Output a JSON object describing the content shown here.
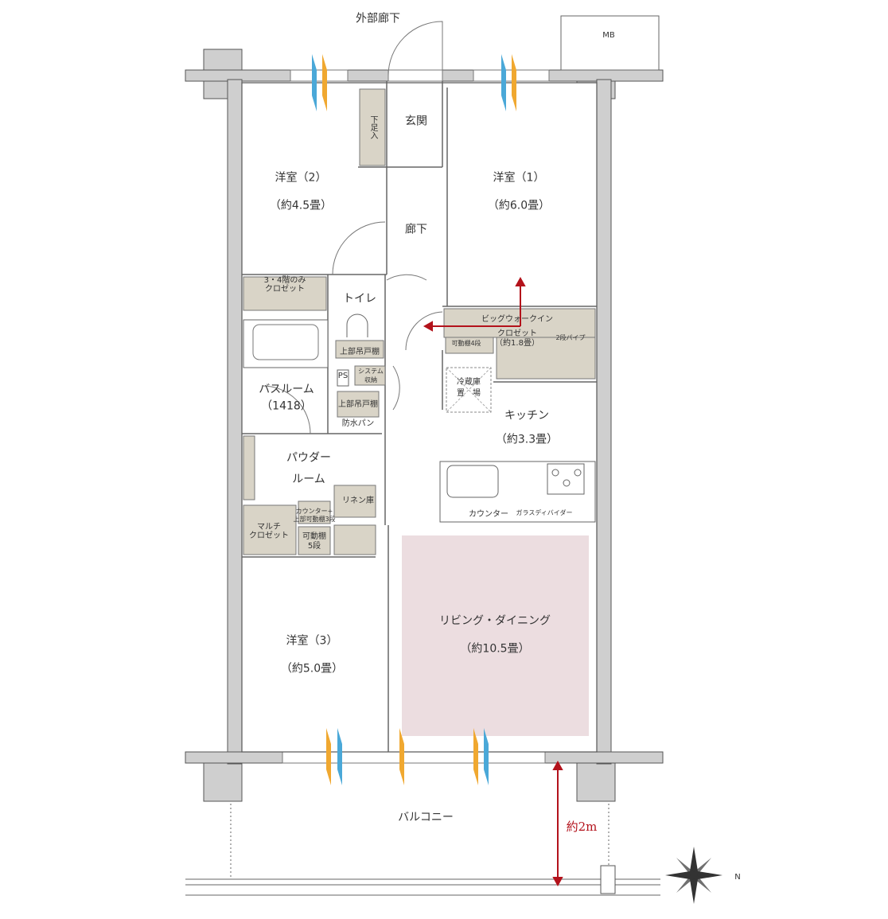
{
  "rooms": {
    "corridor_outside": "外部廊下",
    "mb": "MB",
    "entrance": "玄関",
    "shoe_box": "下足入",
    "western2_name": "洋室（2）",
    "western2_size": "（約4.5畳）",
    "western1_name": "洋室（1）",
    "western1_size": "（約6.0畳）",
    "hallway": "廊下",
    "closet_3_4": "3・4階のみ",
    "closet": "クロゼット",
    "toilet": "トイレ",
    "upper_cabinet": "上部吊戸棚",
    "ps": "PS",
    "system_storage_1": "システム",
    "system_storage_2": "収納",
    "bathroom_name": "バスルーム",
    "bathroom_size": "（1418）",
    "upper_cabinet2": "上部吊戸棚",
    "waterproof_pan": "防水パン",
    "powder_1": "パウダー",
    "powder_2": "ルーム",
    "linen": "リネン庫",
    "counter_shelf_1": "カウンター+",
    "counter_shelf_2": "上部可動棚3段",
    "multi_closet_1": "マルチ",
    "multi_closet_2": "クロゼット",
    "movable_5_1": "可動棚",
    "movable_5_2": "5段",
    "wic_1": "ビッグウォークイン",
    "wic_2": "クロゼット",
    "wic_3": "（約1.8畳）",
    "movable_4": "可動棚4段",
    "pipe_2": "2段パイプ",
    "fridge_1": "冷蔵庫",
    "fridge_2": "置　場",
    "kitchen_name": "キッチン",
    "kitchen_size": "（約3.3畳）",
    "counter": "カウンター",
    "glass_divider": "ガラスディバイダー",
    "western3_name": "洋室（3）",
    "western3_size": "（約5.0畳）",
    "living_name": "リビング・ダイニング",
    "living_size": "（約10.5畳）",
    "balcony": "バルコニー",
    "balcony_depth": "約2m",
    "north": "N"
  },
  "colors": {
    "wall": "#cfcfcf",
    "storage": "#d9d4c7",
    "living": "#ecdde0",
    "accent": "#b3121b",
    "wind_blue": "#4aa8d8",
    "wind_orange": "#f0a830"
  }
}
